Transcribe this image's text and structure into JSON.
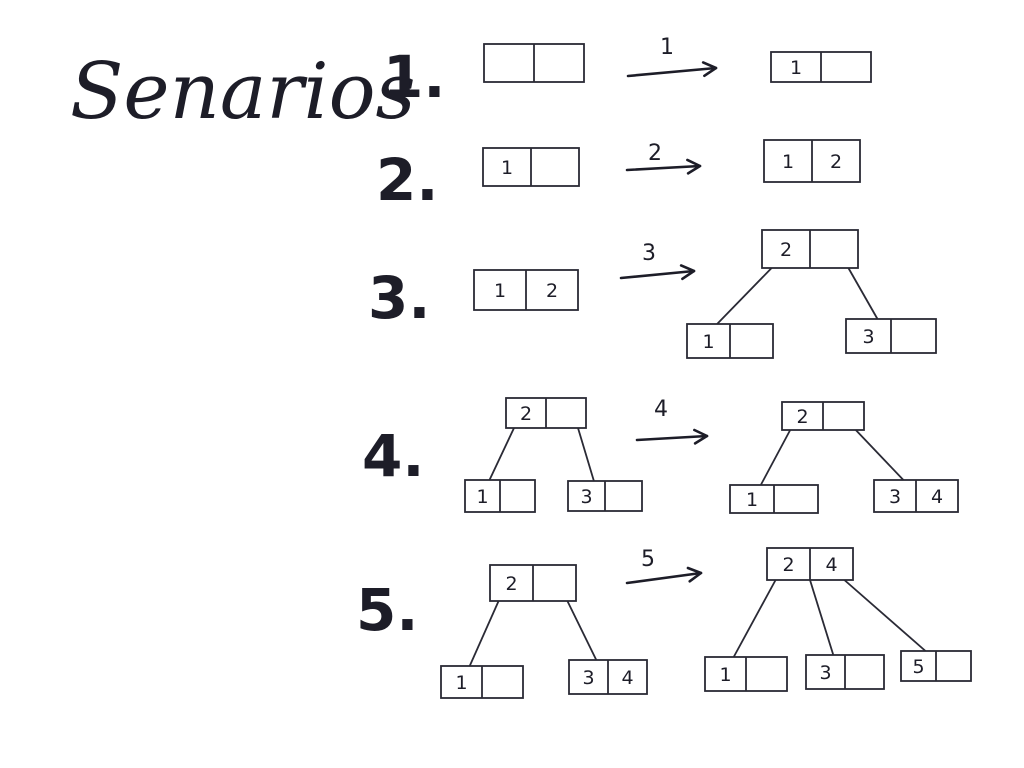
{
  "title": "Senarios",
  "scenarios": [
    {
      "number": "1.",
      "insert": "1",
      "before": {
        "nodes": [
          {
            "keys": [
              "",
              ""
            ]
          }
        ],
        "edges": []
      },
      "after": {
        "nodes": [
          {
            "keys": [
              "1",
              ""
            ]
          }
        ],
        "edges": []
      }
    },
    {
      "number": "2.",
      "insert": "2",
      "before": {
        "nodes": [
          {
            "keys": [
              "1",
              ""
            ]
          }
        ],
        "edges": []
      },
      "after": {
        "nodes": [
          {
            "keys": [
              "1",
              "2"
            ]
          }
        ],
        "edges": []
      }
    },
    {
      "number": "3.",
      "insert": "3",
      "before": {
        "nodes": [
          {
            "keys": [
              "1",
              "2"
            ]
          }
        ],
        "edges": []
      },
      "after": {
        "nodes": [
          {
            "keys": [
              "2",
              ""
            ]
          },
          {
            "keys": [
              "1",
              ""
            ]
          },
          {
            "keys": [
              "3",
              ""
            ]
          }
        ],
        "edges": [
          [
            0,
            1
          ],
          [
            0,
            2
          ]
        ]
      }
    },
    {
      "number": "4.",
      "insert": "4",
      "before": {
        "nodes": [
          {
            "keys": [
              "2",
              ""
            ]
          },
          {
            "keys": [
              "1",
              ""
            ]
          },
          {
            "keys": [
              "3",
              ""
            ]
          }
        ],
        "edges": [
          [
            0,
            1
          ],
          [
            0,
            2
          ]
        ]
      },
      "after": {
        "nodes": [
          {
            "keys": [
              "2",
              ""
            ]
          },
          {
            "keys": [
              "1",
              ""
            ]
          },
          {
            "keys": [
              "3",
              "4"
            ]
          }
        ],
        "edges": [
          [
            0,
            1
          ],
          [
            0,
            2
          ]
        ]
      }
    },
    {
      "number": "5.",
      "insert": "5",
      "before": {
        "nodes": [
          {
            "keys": [
              "2",
              ""
            ]
          },
          {
            "keys": [
              "1",
              ""
            ]
          },
          {
            "keys": [
              "3",
              "4"
            ]
          }
        ],
        "edges": [
          [
            0,
            1
          ],
          [
            0,
            2
          ]
        ]
      },
      "after": {
        "nodes": [
          {
            "keys": [
              "2",
              "4"
            ]
          },
          {
            "keys": [
              "1",
              ""
            ]
          },
          {
            "keys": [
              "3",
              ""
            ]
          },
          {
            "keys": [
              "5",
              ""
            ]
          }
        ],
        "edges": [
          [
            0,
            1
          ],
          [
            0,
            2
          ],
          [
            0,
            3
          ]
        ]
      }
    }
  ]
}
